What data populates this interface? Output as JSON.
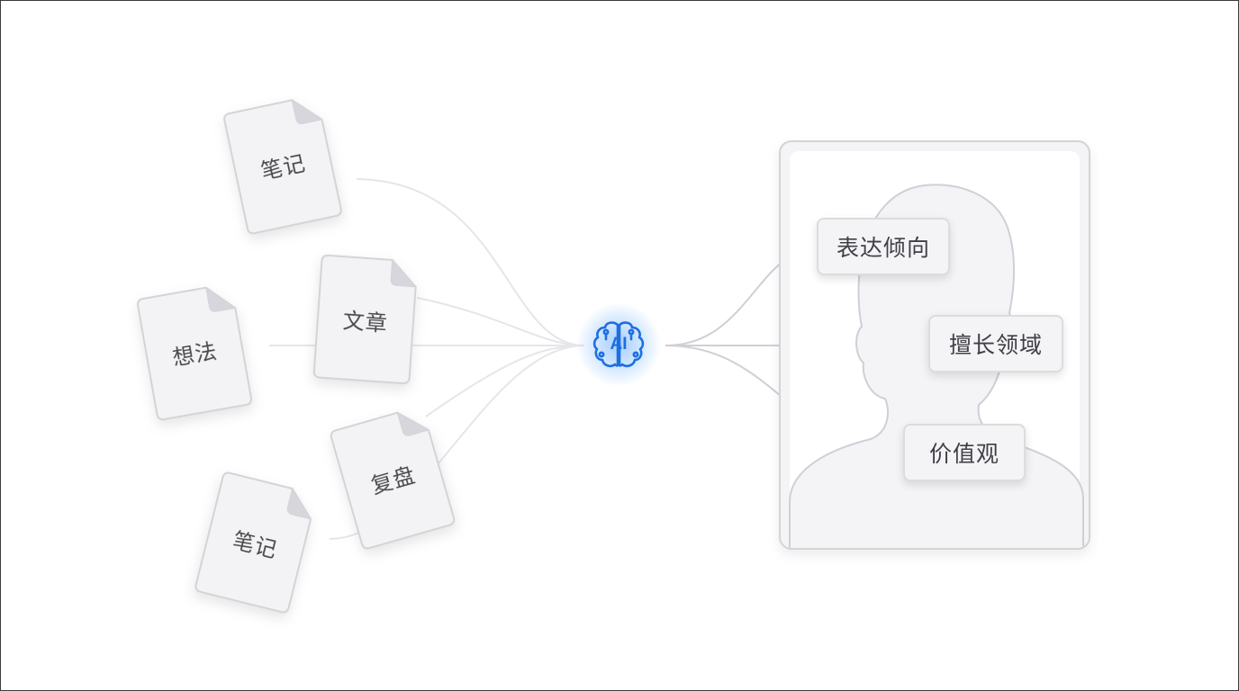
{
  "documents": [
    {
      "label": "笔记"
    },
    {
      "label": "想法"
    },
    {
      "label": "文章"
    },
    {
      "label": "复盘"
    },
    {
      "label": "笔记"
    }
  ],
  "core": {
    "label": "AI",
    "icon": "brain-icon",
    "glow_color": "#60a5fa",
    "stroke_color": "#1d6fe0"
  },
  "profile": {
    "icon": "person-silhouette-icon",
    "tags": [
      {
        "label": "表达倾向"
      },
      {
        "label": "擅长领域"
      },
      {
        "label": "价值观"
      }
    ]
  },
  "colors": {
    "line_left": "#e6e6ea",
    "line_right": "#cfcfd6",
    "card_fill": "#f3f3f6",
    "card_stroke": "#d4d4d8"
  }
}
